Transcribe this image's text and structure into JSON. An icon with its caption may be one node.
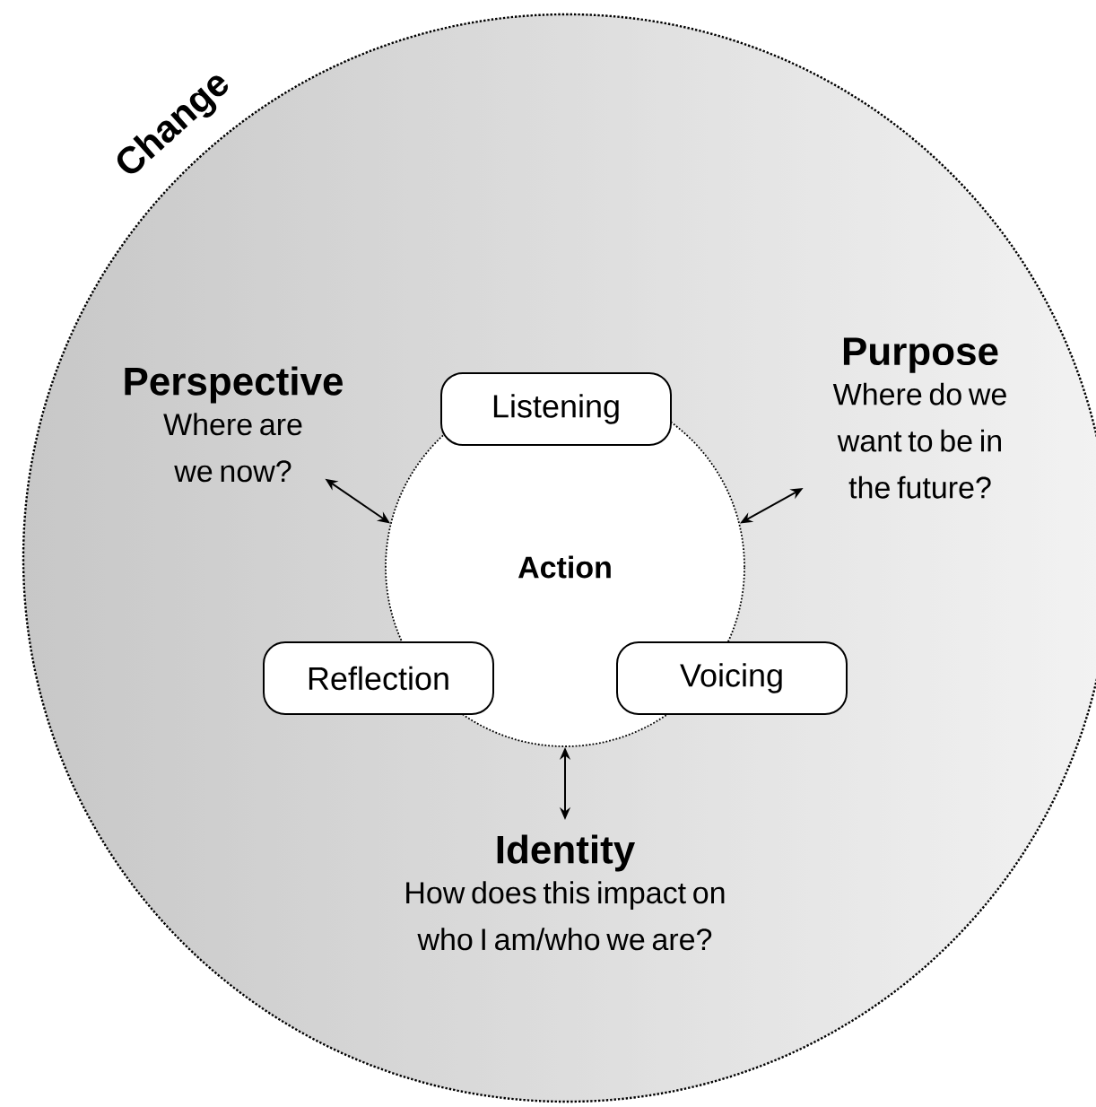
{
  "diagram": {
    "nodes": [
      {
        "text": [
          "Change"
        ]
      },
      {
        "text": [
          "Action"
        ],
        "in": 0
      },
      {
        "text": [
          "Listening"
        ],
        "in": 0
      },
      {
        "text": [
          "Reflection"
        ],
        "in": 0
      },
      {
        "text": [
          "Voicing"
        ],
        "in": 0
      },
      {
        "text": [
          "Perspective",
          "Where are we now?"
        ],
        "in": 0
      },
      {
        "text": [
          "Purpose",
          "Where do we want to be in the future?"
        ],
        "in": 0
      },
      {
        "text": [
          "Identity",
          "How does this impact on who I am/who we are?"
        ],
        "in": 0
      }
    ],
    "edges": [
      {
        "from": 5,
        "to": 1,
        "arrow": "both"
      },
      {
        "from": 6,
        "to": 1,
        "arrow": "both"
      },
      {
        "from": 1,
        "to": 7,
        "arrow": "both"
      }
    ]
  }
}
